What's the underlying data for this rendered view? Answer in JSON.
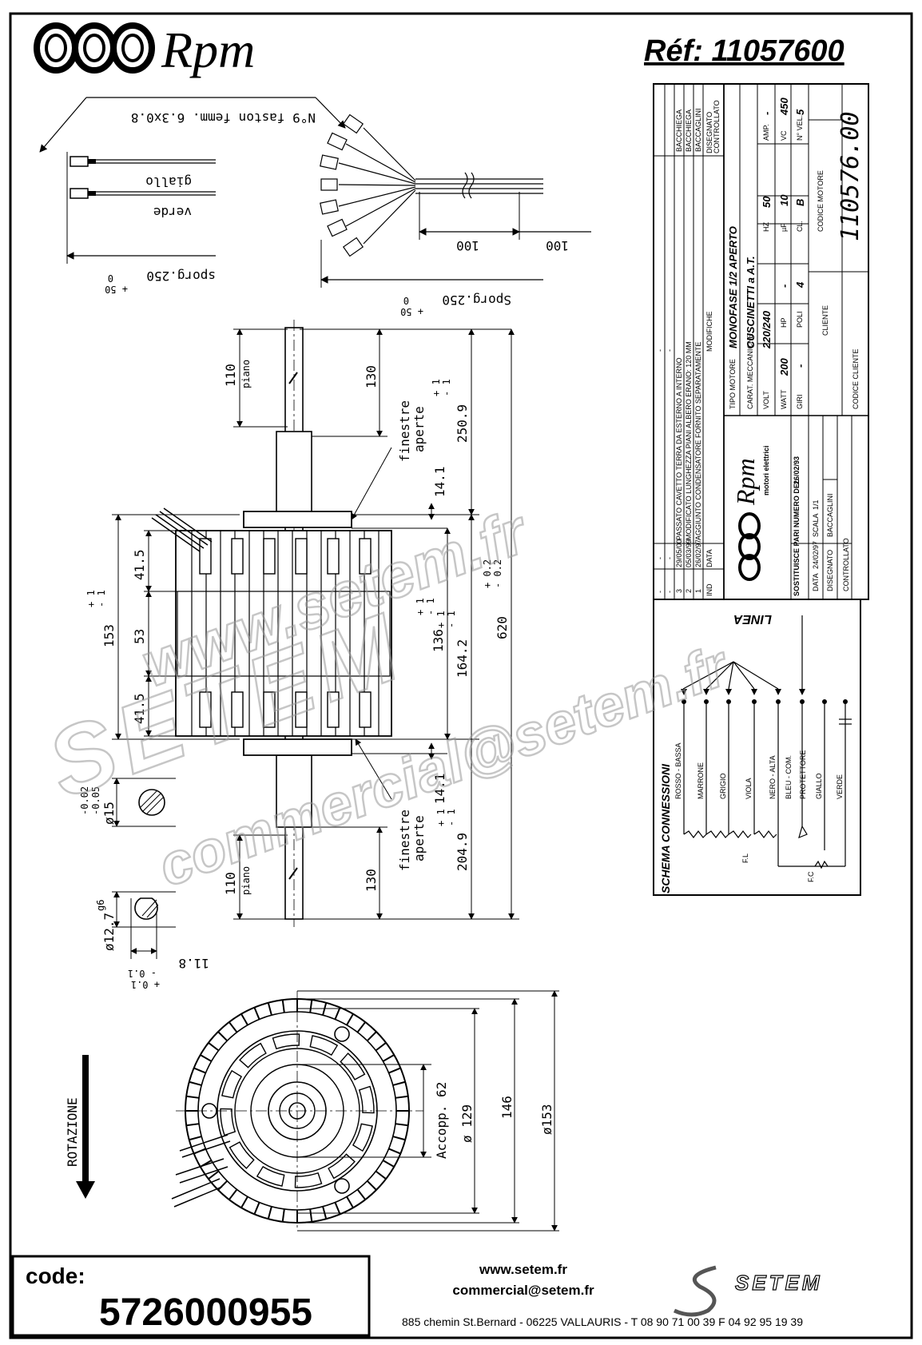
{
  "header": {
    "brand": "Rpm",
    "reference": "Réf:  11057600"
  },
  "wiring": {
    "faston_label": "N°9 faston femm. 6.3x0.8",
    "wire_yellow": "giallo",
    "wire_green": "verde",
    "sporg_1": "sporg.250",
    "sporg_1_tol_top": "0",
    "sporg_1_tol_bot": "+ 50",
    "sporg_2": "Sporg.250",
    "sporg_2_tol_top": "0",
    "sporg_2_tol_bot": "+ 50",
    "length_a": "100",
    "length_b": "100"
  },
  "side_view": {
    "dim_110_top": "110",
    "piano_top": "piano",
    "dim_130_top": "130",
    "finestre_top_1": "finestre",
    "finestre_top_2": "aperte",
    "dim_2509": "250.9",
    "dim_2509_tol": "+ 1\n- 1",
    "dim_141_top": "14.1",
    "dim_415_top": "41.5",
    "dim_53": "53",
    "dim_415_bot": "41.5",
    "dim_153": "153",
    "dim_153_tol": "+ 1\n- 1",
    "dim_136": "136",
    "dim_136_tol": "+ 1\n- 1",
    "dim_1642": "164.2",
    "dim_1642_tol": "+ 1\n- 1",
    "dim_620": "620",
    "dim_620_tol": "+ 0.2\n- 0.2",
    "dim_141_bot": "14.1",
    "finestre_bot_1": "finestre",
    "finestre_bot_2": "aperte",
    "dim_2049": "204.9",
    "dim_2049_tol": "+ 1\n- 1",
    "dim_130_bot": "130",
    "dim_110_bot": "110",
    "piano_bot": "piano",
    "shaft_15": "ø15",
    "shaft_15_tol_a": "-0.02",
    "shaft_15_tol_b": "-0.05",
    "shaft_127": "ø12.7",
    "shaft_127_fit": "g6",
    "flat_118": "11.8",
    "flat_118_tol_a": "- 0.1",
    "flat_118_tol_b": "+ 0.1"
  },
  "front_view": {
    "rotation": "ROTAZIONE",
    "accopp": "Accopp. 62",
    "dia_129": "ø 129",
    "dim_146": "146",
    "dia_153": "ø153"
  },
  "title_block": {
    "revisions": [
      {
        "n": "3",
        "date": "29/05/00",
        "text": "PASSATO CAVETTO TERRA DA ESTERNO A INTERNO",
        "by": "BACCHIEGA"
      },
      {
        "n": "2",
        "date": "05/03/99",
        "text": "MODIFICATO LUNGHEZZA PIANI ALBERO ERANO: 120 MM",
        "by": "BACCHIEGA"
      },
      {
        "n": "1",
        "date": "26/02/97",
        "text": "AGGIUNTO CONDENSATORE FORNITO SEPARATAMENTE",
        "by": "BACCAGLINI"
      }
    ],
    "rev_header": [
      "IND",
      "DATA",
      "MODIFICHE",
      "DISEGNATO",
      "CONTROLLATO"
    ],
    "dash": "-",
    "logo_brand": "Rpm",
    "logo_sub": "motori elettrici",
    "sostituisce": "SOSTITUISCE PARI NUMERO DEL",
    "sostituisce_date": "26/02/93",
    "data_label": "DATA",
    "data_value": "24/02/97",
    "scala_label": "SCALA",
    "scala_value": "1/1",
    "disegnato_label": "DISEGNATO",
    "disegnato_value": "BACCAGLINI",
    "controllato_label": "CONTROLLATO",
    "tipo_motore_label": "TIPO MOTORE",
    "tipo_motore_value": "MONOFASE 1/2 APERTO",
    "carat_label": "CARAT. MECCANICHE",
    "carat_value": "CUSCINETTI a A.T.",
    "volt_label": "VOLT",
    "volt_value": "220/240",
    "hz_label": "HZ",
    "hz_value": "50",
    "amp_label": "AMP.",
    "amp_value": "-",
    "watt_label": "WATT",
    "watt_value": "200",
    "hp_label": "HP",
    "hp_value": "-",
    "uf_label": "µF",
    "uf_value": "10",
    "vc_label": "VC",
    "vc_value": "450",
    "giri_label": "GIRI",
    "giri_value": "-",
    "poli_label": "POLI",
    "poli_value": "4",
    "cl_label": "CL.",
    "cl_value": "B",
    "nvel_label": "N° VEL.",
    "nvel_value": "5",
    "cliente_label": "CLIENTE",
    "codice_motore_label": "CODICE MOTORE",
    "codice_motore_value": "110576.00",
    "codice_cliente_label": "CODICE CLIENTE"
  },
  "schema": {
    "title": "SCHEMA CONNESSIONI",
    "linea": "LINEA",
    "wires": [
      "ROSSO - BASSA",
      "MARRONE",
      "GRIGIO",
      "VIOLA",
      "NERO - ALTA",
      "BLEU - COM.",
      "PROTETTORE",
      "GIALLO",
      "VERDE"
    ],
    "fl": "F.L",
    "fc": "F.C"
  },
  "watermark": {
    "line1": "www.setem.fr",
    "line2": "SETEM",
    "line3": "commercial@setem.fr"
  },
  "footer": {
    "code_label": "code:",
    "code_value": "5726000955",
    "web": "www.setem.fr",
    "email": "commercial@setem.fr",
    "address": "885 chemin St.Bernard  -  06225 VALLAURIS  -  T 08 90 71 00 39  F 04 92 95 19 39",
    "setem_logo": "SETEM"
  }
}
